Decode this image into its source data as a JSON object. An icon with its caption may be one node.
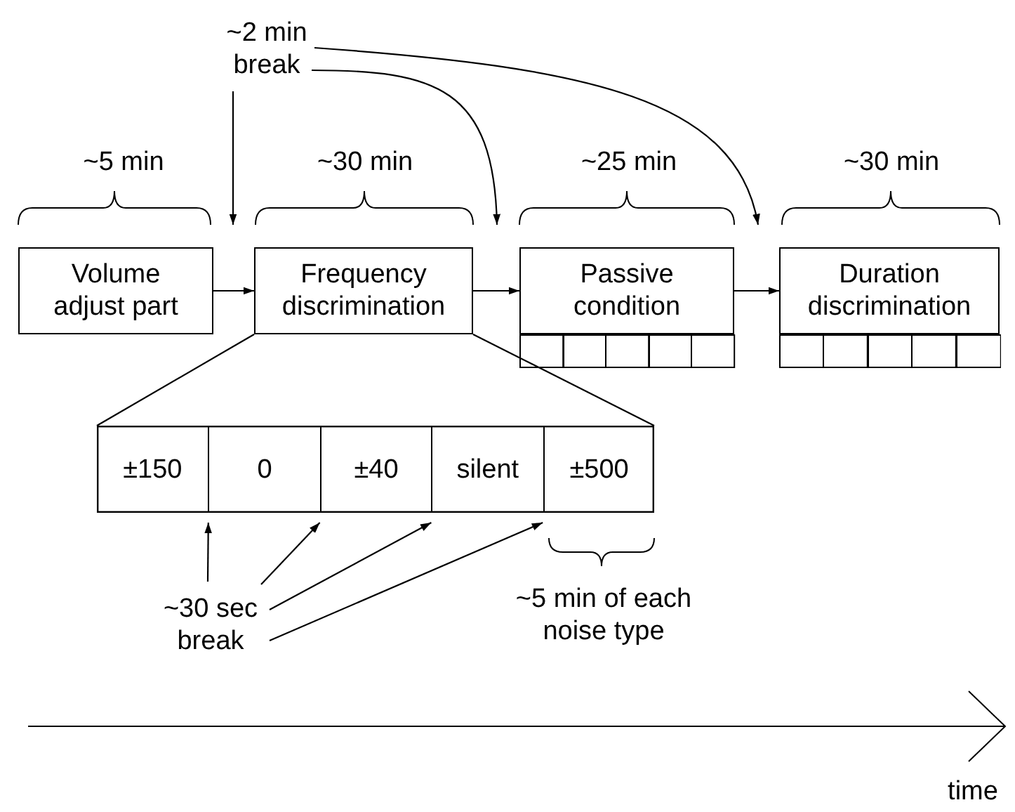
{
  "diagram": {
    "nodes": [
      {
        "text": [
          "~2 min break"
        ]
      },
      {
        "text": [
          "Volume adjust part"
        ]
      },
      {
        "text": [
          "Frequency discrimination"
        ]
      },
      {
        "text": [
          "Passive condition"
        ]
      },
      {
        "text": [],
        "shape": "box"
      },
      {
        "text": [],
        "shape": "box"
      },
      {
        "text": [],
        "shape": "box"
      },
      {
        "text": [],
        "shape": "box"
      },
      {
        "text": [],
        "shape": "box"
      },
      {
        "text": [
          "Duration discrimination"
        ]
      },
      {
        "text": [],
        "shape": "box"
      },
      {
        "text": [],
        "shape": "box"
      },
      {
        "text": [],
        "shape": "box"
      },
      {
        "text": [],
        "shape": "box"
      },
      {
        "text": [],
        "shape": "box"
      },
      {
        "text": [],
        "shape": "bar"
      },
      {
        "text": [
          "±150"
        ],
        "in": 15
      },
      {
        "text": [
          "0"
        ],
        "in": 15
      },
      {
        "text": [
          "±40"
        ],
        "in": 15
      },
      {
        "text": [
          "silent"
        ],
        "in": 15
      },
      {
        "text": [
          "±500"
        ],
        "in": 15
      },
      {
        "text": [
          "~30 sec break"
        ]
      }
    ],
    "edges": [
      {
        "from": 1,
        "to": 2,
        "arrow": "to"
      },
      {
        "from": 2,
        "to": 3,
        "arrow": "to"
      },
      {
        "from": 3,
        "to": 9,
        "arrow": "to"
      },
      {
        "from": 0,
        "to": 1,
        "arrow": "to"
      },
      {
        "from": 0,
        "to": 3,
        "arrow": "to"
      },
      {
        "from": 0,
        "to": 3,
        "arrow": "to"
      },
      {
        "from": 2,
        "to": 15,
        "arrow": "none"
      },
      {
        "from": 2,
        "to": 15,
        "arrow": "none"
      },
      {
        "from": 21,
        "to": 17,
        "arrow": "to"
      },
      {
        "from": 21,
        "to": 17,
        "arrow": "to"
      },
      {
        "from": 21,
        "to": 19,
        "arrow": "to"
      },
      {
        "from": 21,
        "to": 19,
        "arrow": "to"
      }
    ],
    "labels": [
      "~5 min",
      "~30 min",
      "~25 min",
      "~30 min",
      "~5 min of each noise type",
      "time"
    ]
  }
}
